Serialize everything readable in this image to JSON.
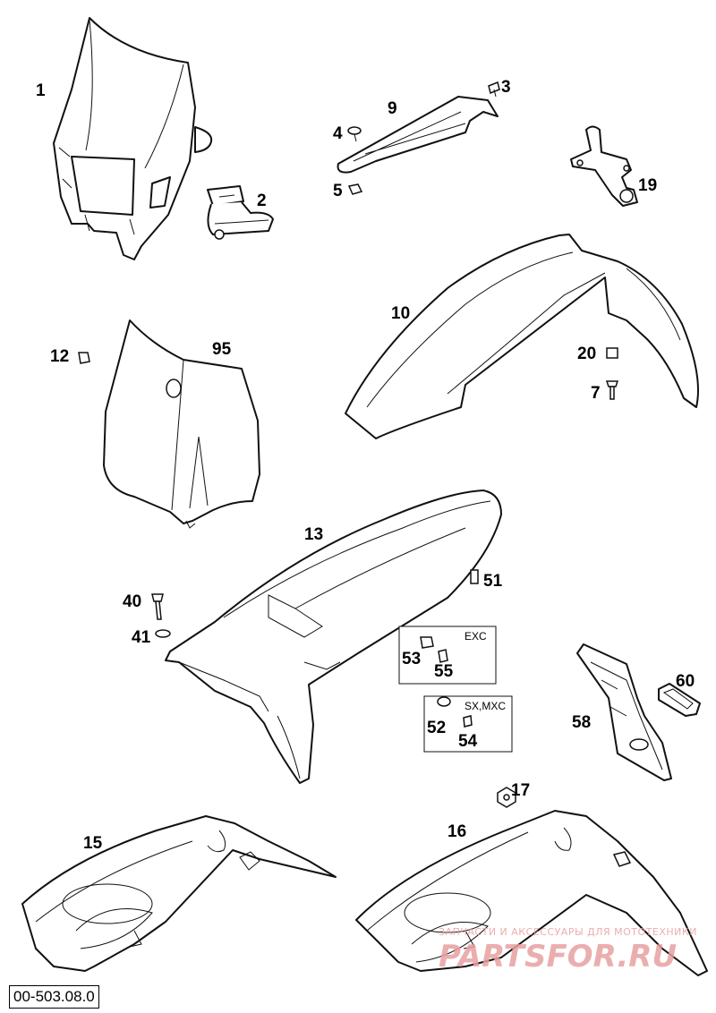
{
  "labels": {
    "p1": "1",
    "p2": "2",
    "p3": "3",
    "p4": "4",
    "p5": "5",
    "p7": "7",
    "p9": "9",
    "p10": "10",
    "p12": "12",
    "p13": "13",
    "p15": "15",
    "p16": "16",
    "p17": "17",
    "p19": "19",
    "p20": "20",
    "p40": "40",
    "p41": "41",
    "p51": "51",
    "p52": "52",
    "p53": "53",
    "p54": "54",
    "p55": "55",
    "p58": "58",
    "p60": "60",
    "p95": "95"
  },
  "variant_boxes": {
    "exc": "EXC",
    "sx_mxc": "SX,MXC"
  },
  "diagram_code": "00-503.08.0",
  "watermark": {
    "top": "ЗАПЧАСТИ И АКСЕССУАРЫ ДЛЯ МОТОТЕХНИКИ",
    "brand": "PARTSFOR.RU",
    "color": "#e8a0a0"
  }
}
